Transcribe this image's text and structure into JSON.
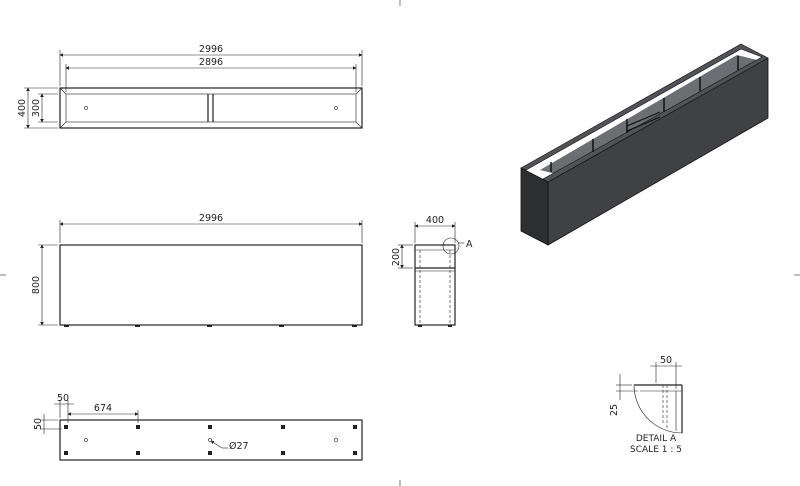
{
  "top_view": {
    "dim_overall": "2996",
    "dim_inner": "2896",
    "dim_height_outer": "400",
    "dim_height_inner": "300"
  },
  "front_view": {
    "dim_length": "2996",
    "dim_height": "800"
  },
  "side_view": {
    "dim_width": "400",
    "dim_top": "200",
    "detail_callout": "A"
  },
  "bottom_view": {
    "dim_edge_x": "50",
    "dim_spacing": "674",
    "dim_edge_y": "50",
    "hole_diameter": "Ø27"
  },
  "detail_view": {
    "dim_width": "50",
    "dim_height": "25",
    "title": "DETAIL A",
    "scale": "SCALE 1 : 5"
  },
  "colors": {
    "line": "#222222",
    "shade_front": "#3f4144",
    "shade_side": "#2c2e31"
  }
}
